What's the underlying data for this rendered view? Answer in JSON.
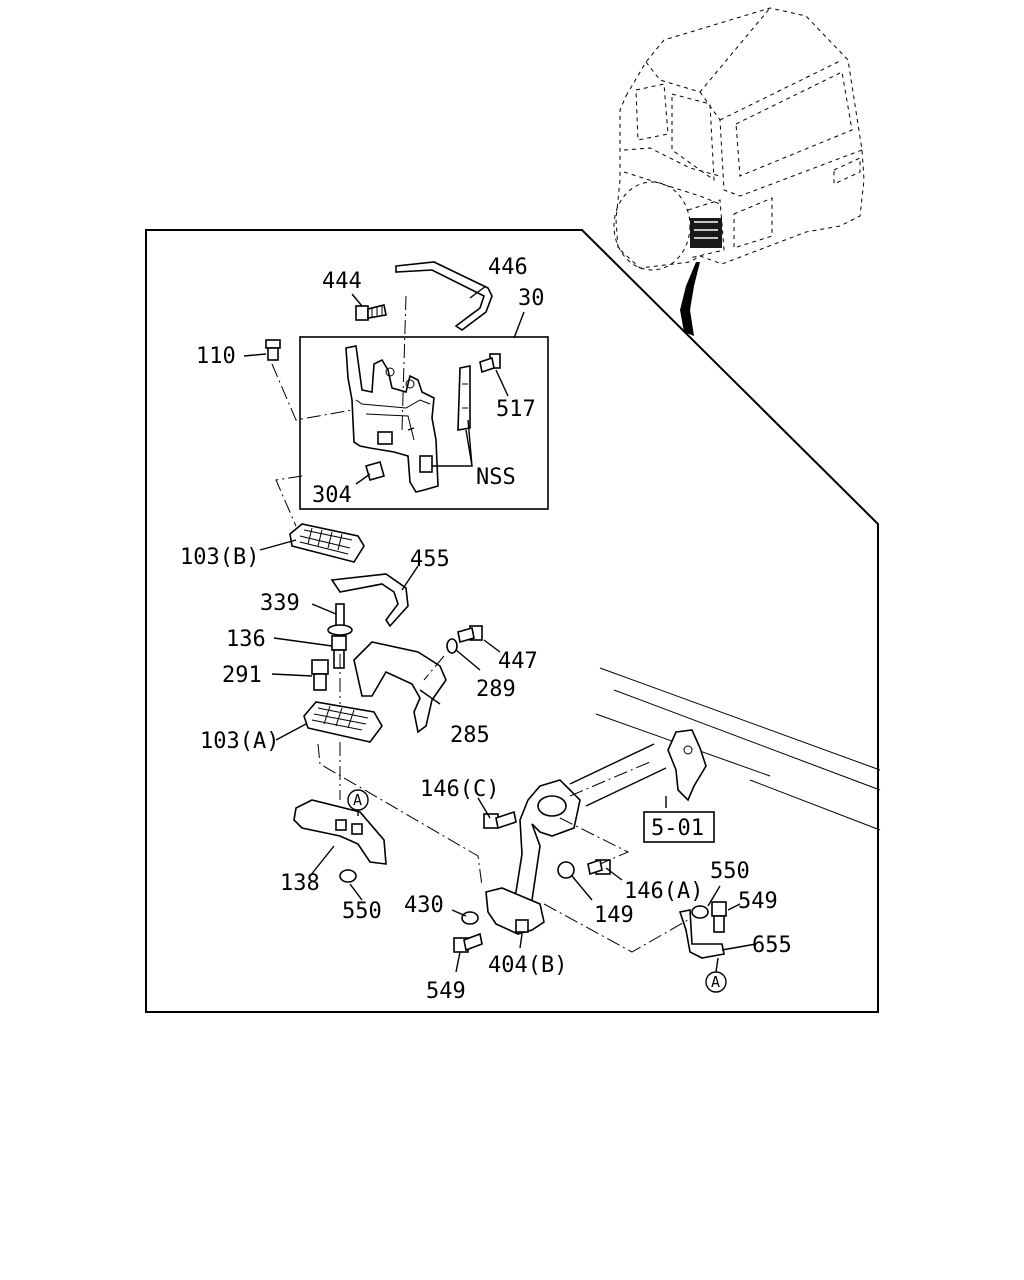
{
  "diagram": {
    "labels": {
      "p444": "444",
      "p446": "446",
      "p30": "30",
      "p110": "110",
      "p517": "517",
      "pNSS": "NSS",
      "p304": "304",
      "p103B": "103(B)",
      "p455": "455",
      "p339": "339",
      "p136": "136",
      "p447": "447",
      "p291": "291",
      "p289": "289",
      "p103A": "103(A)",
      "p285": "285",
      "p146C": "146(C)",
      "p501": "5-01",
      "p138": "138",
      "p550a": "550",
      "p550b": "550",
      "p146A": "146(A)",
      "p149": "149",
      "p549b": "549",
      "p430": "430",
      "p655": "655",
      "p404B": "404(B)",
      "p549a": "549"
    },
    "markers": {
      "refA1": "A",
      "refA2": "A"
    }
  }
}
